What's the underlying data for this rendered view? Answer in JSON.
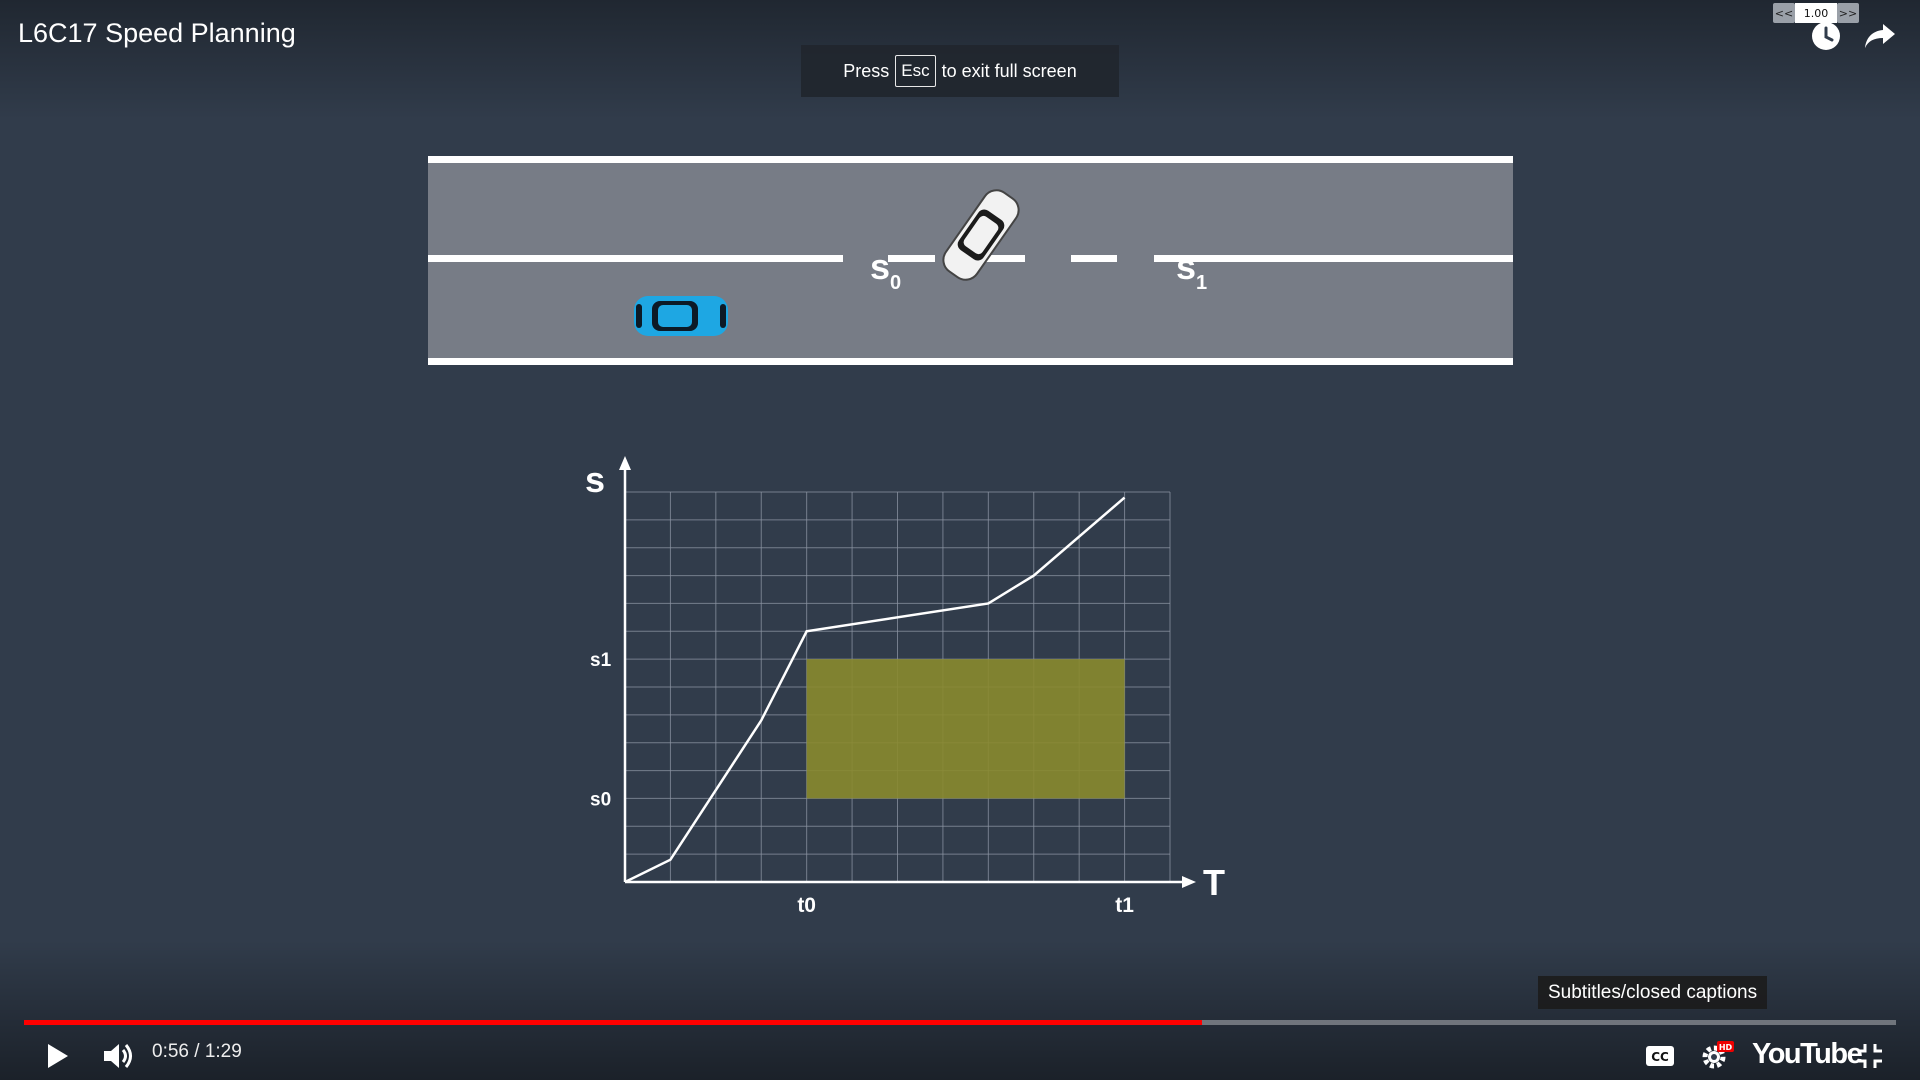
{
  "video": {
    "title": "L6C17 Speed Planning",
    "fullscreen_notice": {
      "before": "Press",
      "key": "Esc",
      "after": "to exit full screen"
    }
  },
  "speed_control": {
    "decrease": "<<",
    "value": "1.00",
    "increase": ">>"
  },
  "top_icons": {
    "watch_later": "clock-icon",
    "share": "share-arrow-icon"
  },
  "road": {
    "label_s0": {
      "main": "s",
      "sub": "0"
    },
    "label_s1": {
      "main": "s",
      "sub": "1"
    },
    "ego_car_color": "#1ea7e3",
    "other_car_color": "#f2f2f2",
    "road_color": "#777c86",
    "lane_line_color": "#ffffff"
  },
  "chart_data": {
    "type": "line",
    "ylabel": "s",
    "xlabel": "T",
    "y_ticks": [
      {
        "label": "s1",
        "value": 8
      },
      {
        "label": "s0",
        "value": 3
      }
    ],
    "x_ticks": [
      {
        "label": "t0",
        "value": 4
      },
      {
        "label": "t1",
        "value": 11
      }
    ],
    "xlim": [
      0,
      12
    ],
    "ylim": [
      0,
      14
    ],
    "grid": true,
    "series": [
      {
        "x": [
          0,
          1,
          3,
          4,
          8,
          9,
          11
        ],
        "y": [
          0,
          0.8,
          5.8,
          9,
          10,
          11,
          13.8
        ]
      }
    ],
    "region": {
      "x": [
        4,
        11
      ],
      "y": [
        3,
        8
      ],
      "color": "#8a8a2e"
    },
    "line_color": "#ffffff",
    "grid_color": "#8c95a3"
  },
  "tooltip": "Subtitles/closed captions",
  "player": {
    "current_time": "0:56",
    "duration": "1:29",
    "time_separator": " / ",
    "progress": 0.6295,
    "hd_badge": "HD",
    "logo": "YouTube",
    "progress_color": "#ff0000"
  }
}
